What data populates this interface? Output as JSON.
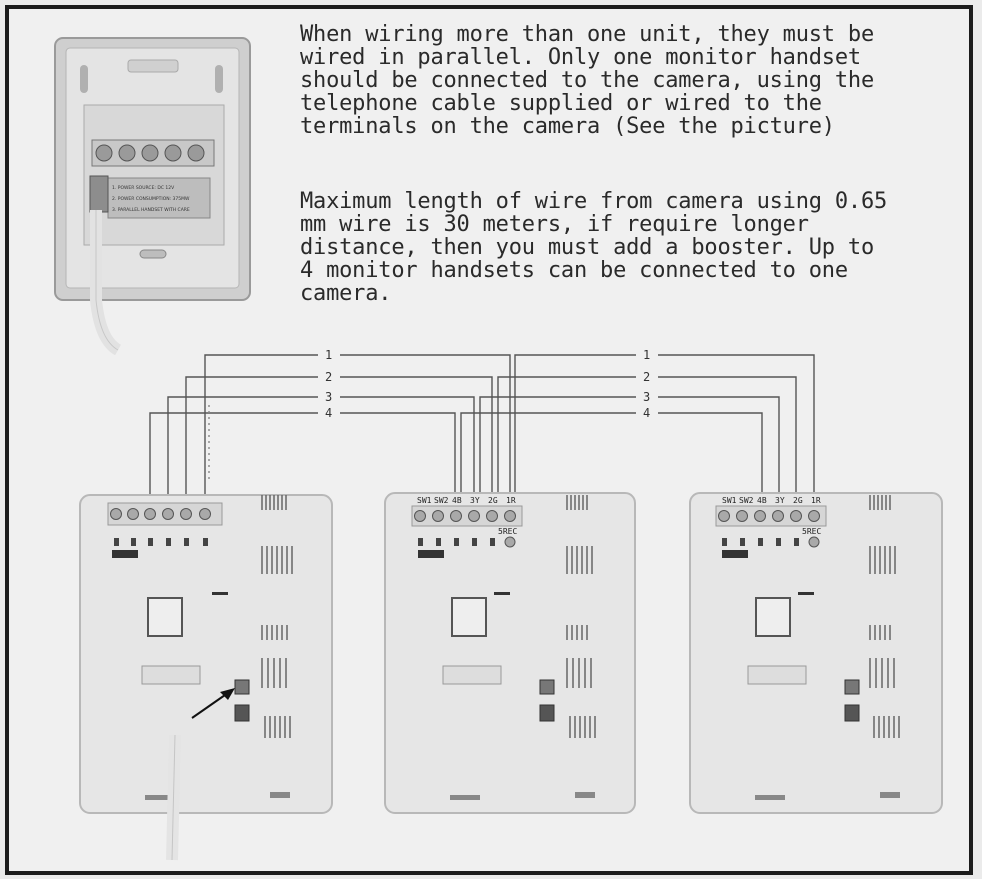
{
  "instructions": {
    "paragraph_1": "When wiring more than one unit, they must be\nwired in parallel. Only one monitor handset\nshould be connected to the camera, using the\ntelephone cable supplied or wired to the\nterminals on the camera (See the picture)",
    "paragraph_2": "Maximum length of wire from camera using 0.65\nmm wire is 30 meters, if require longer\ndistance, then you must add a booster. Up to\n4 monitor handsets can be connected to one\ncamera."
  },
  "wiring": {
    "left_group_labels": [
      "1",
      "2",
      "3",
      "4"
    ],
    "right_group_labels": [
      "1",
      "2",
      "3",
      "4"
    ]
  },
  "monitors": [
    {
      "terminal_labels": []
    },
    {
      "terminal_labels": [
        "SW1",
        "SW2",
        "4B",
        "3Y",
        "2G",
        "1R"
      ],
      "rec_label": "5REC"
    },
    {
      "terminal_labels": [
        "SW1",
        "SW2",
        "4B",
        "3Y",
        "2G",
        "1R"
      ],
      "rec_label": "5REC"
    }
  ],
  "camera": {
    "label_lines": [
      "1. POWER SOURCE: DC 12V",
      "2. POWER CONSUMPTION: 375MW",
      "3. PARALLEL HANDSET WITH CARE"
    ]
  }
}
